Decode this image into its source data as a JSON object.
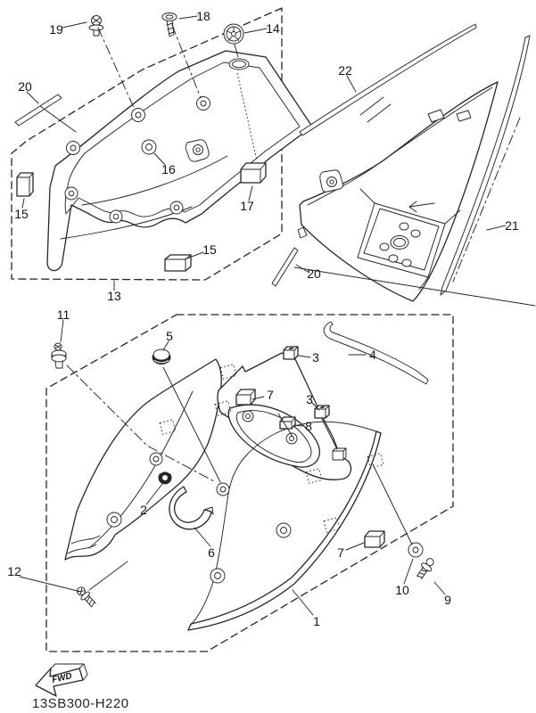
{
  "diagram": {
    "drawing_number": "13SB300-H220",
    "fwd_label": "FWD",
    "colors": {
      "line": "#262626",
      "background": "#ffffff",
      "label": "#141414"
    },
    "callouts": [
      {
        "part": "19"
      },
      {
        "part": "18"
      },
      {
        "part": "14"
      },
      {
        "part": "20"
      },
      {
        "part": "22"
      },
      {
        "part": "15"
      },
      {
        "part": "16"
      },
      {
        "part": "17"
      },
      {
        "part": "21"
      },
      {
        "part": "15"
      },
      {
        "part": "13"
      },
      {
        "part": "20"
      },
      {
        "part": "11"
      },
      {
        "part": "5"
      },
      {
        "part": "3"
      },
      {
        "part": "4"
      },
      {
        "part": "7"
      },
      {
        "part": "3"
      },
      {
        "part": "8"
      },
      {
        "part": "2"
      },
      {
        "part": "6"
      },
      {
        "part": "7"
      },
      {
        "part": "12"
      },
      {
        "part": "10"
      },
      {
        "part": "9"
      },
      {
        "part": "1"
      }
    ]
  }
}
